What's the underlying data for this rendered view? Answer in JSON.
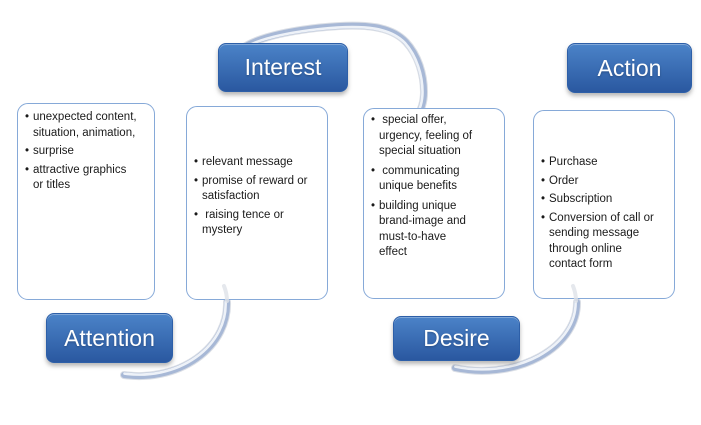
{
  "diagram_type": "AIDA marketing model cycle diagram",
  "bullet_char": "•",
  "banners": {
    "interest": "Interest",
    "action": "Action",
    "attention": "Attention",
    "desire": "Desire"
  },
  "boxes": {
    "attention": {
      "items": [
        "unexpected content,\nsituation, animation,",
        "surprise",
        "attractive graphics\nor titles"
      ]
    },
    "interest": {
      "items": [
        "relevant message",
        "promise of reward or\nsatisfaction",
        " raising tence or\nmystery"
      ]
    },
    "desire": {
      "items": [
        " special offer,\nurgency, feeling of\nspecial situation",
        " communicating\nunique benefits",
        "building unique\nbrand-image and\nmust-to-have\neffect"
      ]
    },
    "action": {
      "items": [
        "Purchase",
        "Order",
        "Subscription",
        "Conversion of call or\nsending message\nthrough online\ncontact form"
      ]
    }
  },
  "colors": {
    "background": "#ffffff",
    "banner_top": "#4b83c8",
    "banner_bottom": "#2a58a0",
    "banner_border": "#2d5fa8",
    "banner_text": "#ffffff",
    "box_border": "#86a9d8",
    "box_fill": "#ffffff",
    "arc_main": "#a7b8d6",
    "arc_core": "#eef2f8",
    "arc_ghost": "#dfe2e8",
    "text": "#1a1a1a"
  }
}
